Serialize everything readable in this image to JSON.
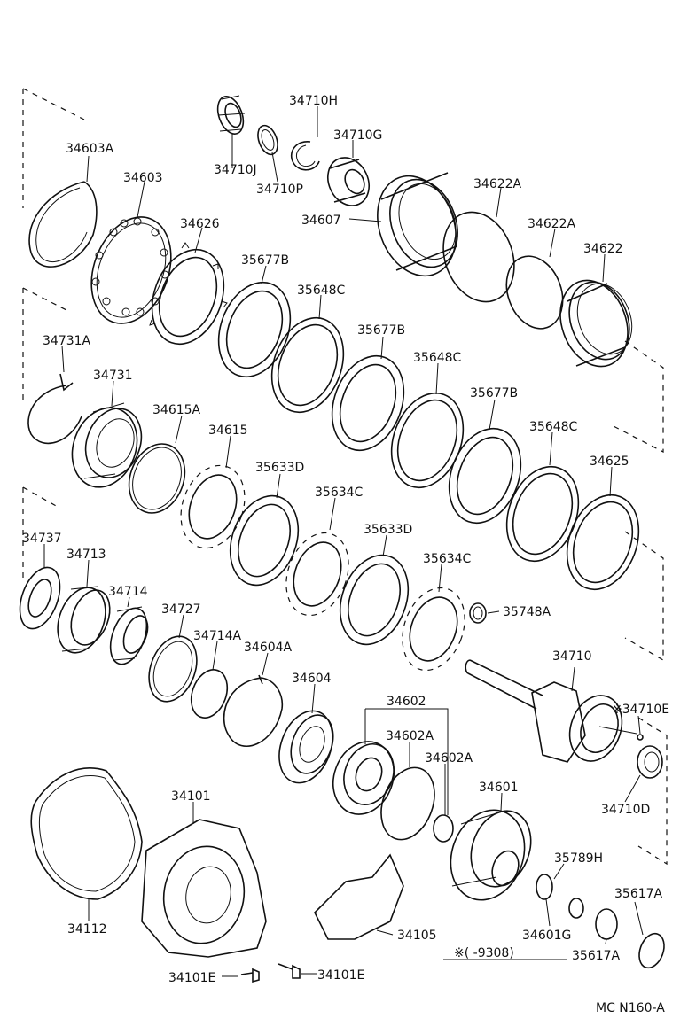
{
  "labels": {
    "p34710H": "34710H",
    "p34710G": "34710G",
    "p34710J": "34710J",
    "p34710P": "34710P",
    "p34603A": "34603A",
    "p34603": "34603",
    "p34626": "34626",
    "p34607": "34607",
    "p34622A_1": "34622A",
    "p34622A_2": "34622A",
    "p34622": "34622",
    "p35677B_1": "35677B",
    "p35648C_1": "35648C",
    "p35677B_2": "35677B",
    "p35648C_2": "35648C",
    "p35677B_3": "35677B",
    "p35648C_3": "35648C",
    "p34731A": "34731A",
    "p34731": "34731",
    "p34615A": "34615A",
    "p34615": "34615",
    "p35633D_1": "35633D",
    "p35634C_1": "35634C",
    "p35633D_2": "35633D",
    "p35634C_2": "35634C",
    "p34625": "34625",
    "p34737": "34737",
    "p34713": "34713",
    "p34714": "34714",
    "p34727": "34727",
    "p34714A": "34714A",
    "p34604A": "34604A",
    "p35748A": "35748A",
    "p34710": "34710",
    "p34710E": "※34710E",
    "p34604": "34604",
    "p34602": "34602",
    "p34602A_1": "34602A",
    "p34602A_2": "34602A",
    "p34601": "34601",
    "p34710D": "34710D",
    "p34101": "34101",
    "p34112": "34112",
    "p35789H": "35789H",
    "p35617A_1": "35617A",
    "p34105": "34105",
    "p34601G": "34601G",
    "p35617A_2": "35617A",
    "p34101E_1": "34101E",
    "p34101E_2": "34101E"
  },
  "note": "※(      -9308)",
  "code": "MC N160-A"
}
